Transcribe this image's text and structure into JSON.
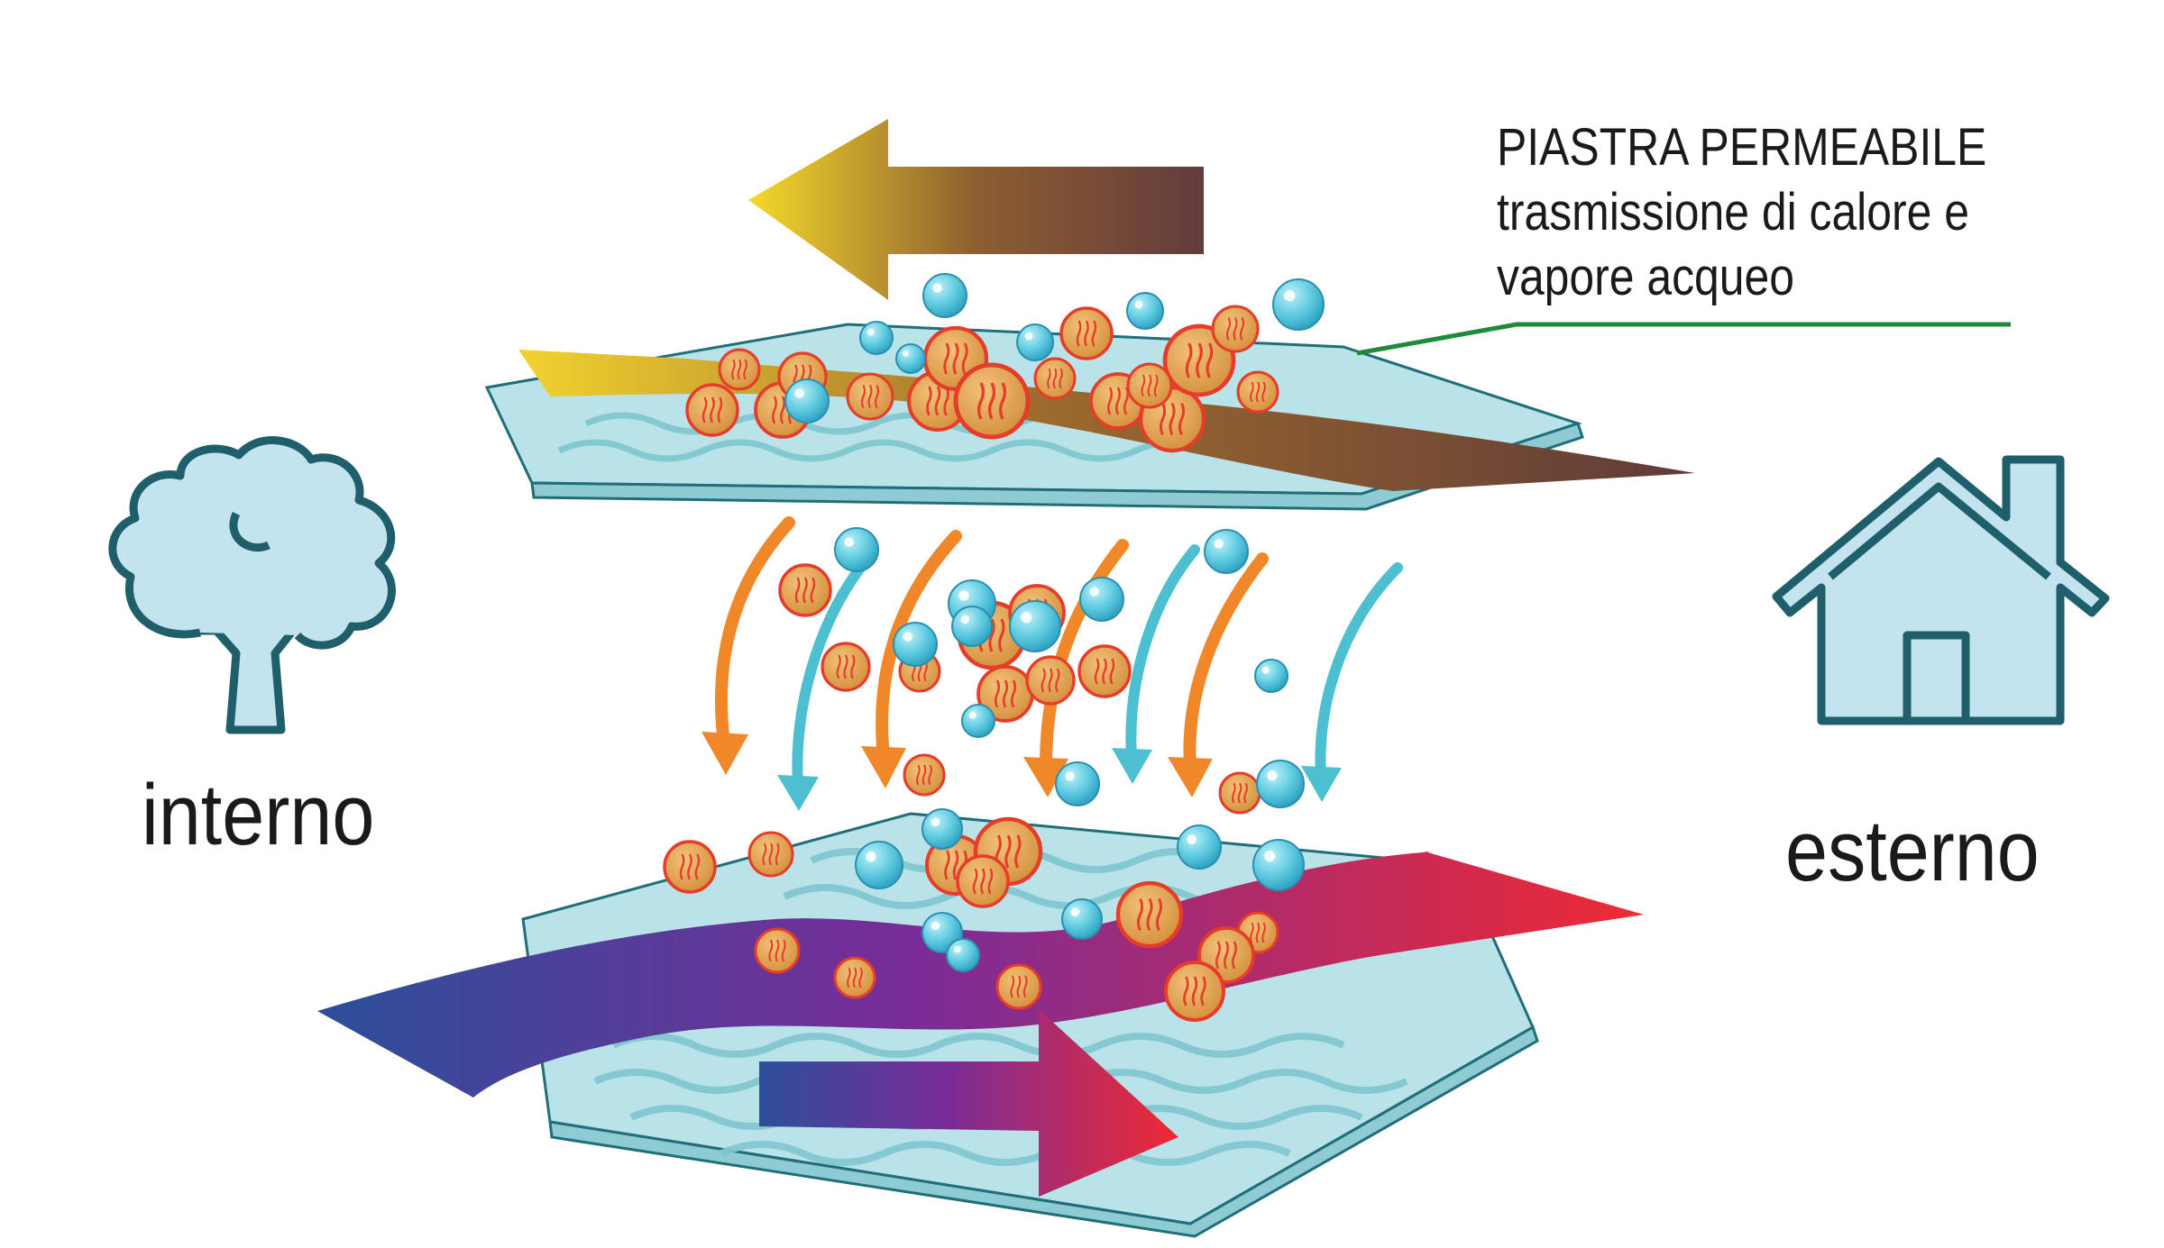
{
  "callout": {
    "line1": "PIASTRA PERMEABILE",
    "line2": "trasmissione di calore e",
    "line3": "vapore acqueo",
    "line_color": "#1e8a3c"
  },
  "labels": {
    "inside": "interno",
    "outside": "esterno"
  },
  "icons": {
    "inside": "tree-icon",
    "outside": "house-icon"
  },
  "colors": {
    "plate_fill": "#bfe6ea",
    "plate_stroke": "#1f6e7a",
    "icon_fill": "#c3e3ee",
    "icon_stroke": "#1f5e6b",
    "heat_ball": "#e0a75a",
    "heat_ball_stroke": "#e53d2a",
    "droplet": "#5cc8dd",
    "arrow_orange": "#f0882a",
    "arrow_cyan": "#4cbfd0",
    "top_flow_start": "#f2d22f",
    "top_flow_end": "#5f3a3a",
    "bottom_flow_start": "#2f4f9a",
    "bottom_flow_mid": "#7b2f96",
    "bottom_flow_end": "#ef2b35"
  }
}
